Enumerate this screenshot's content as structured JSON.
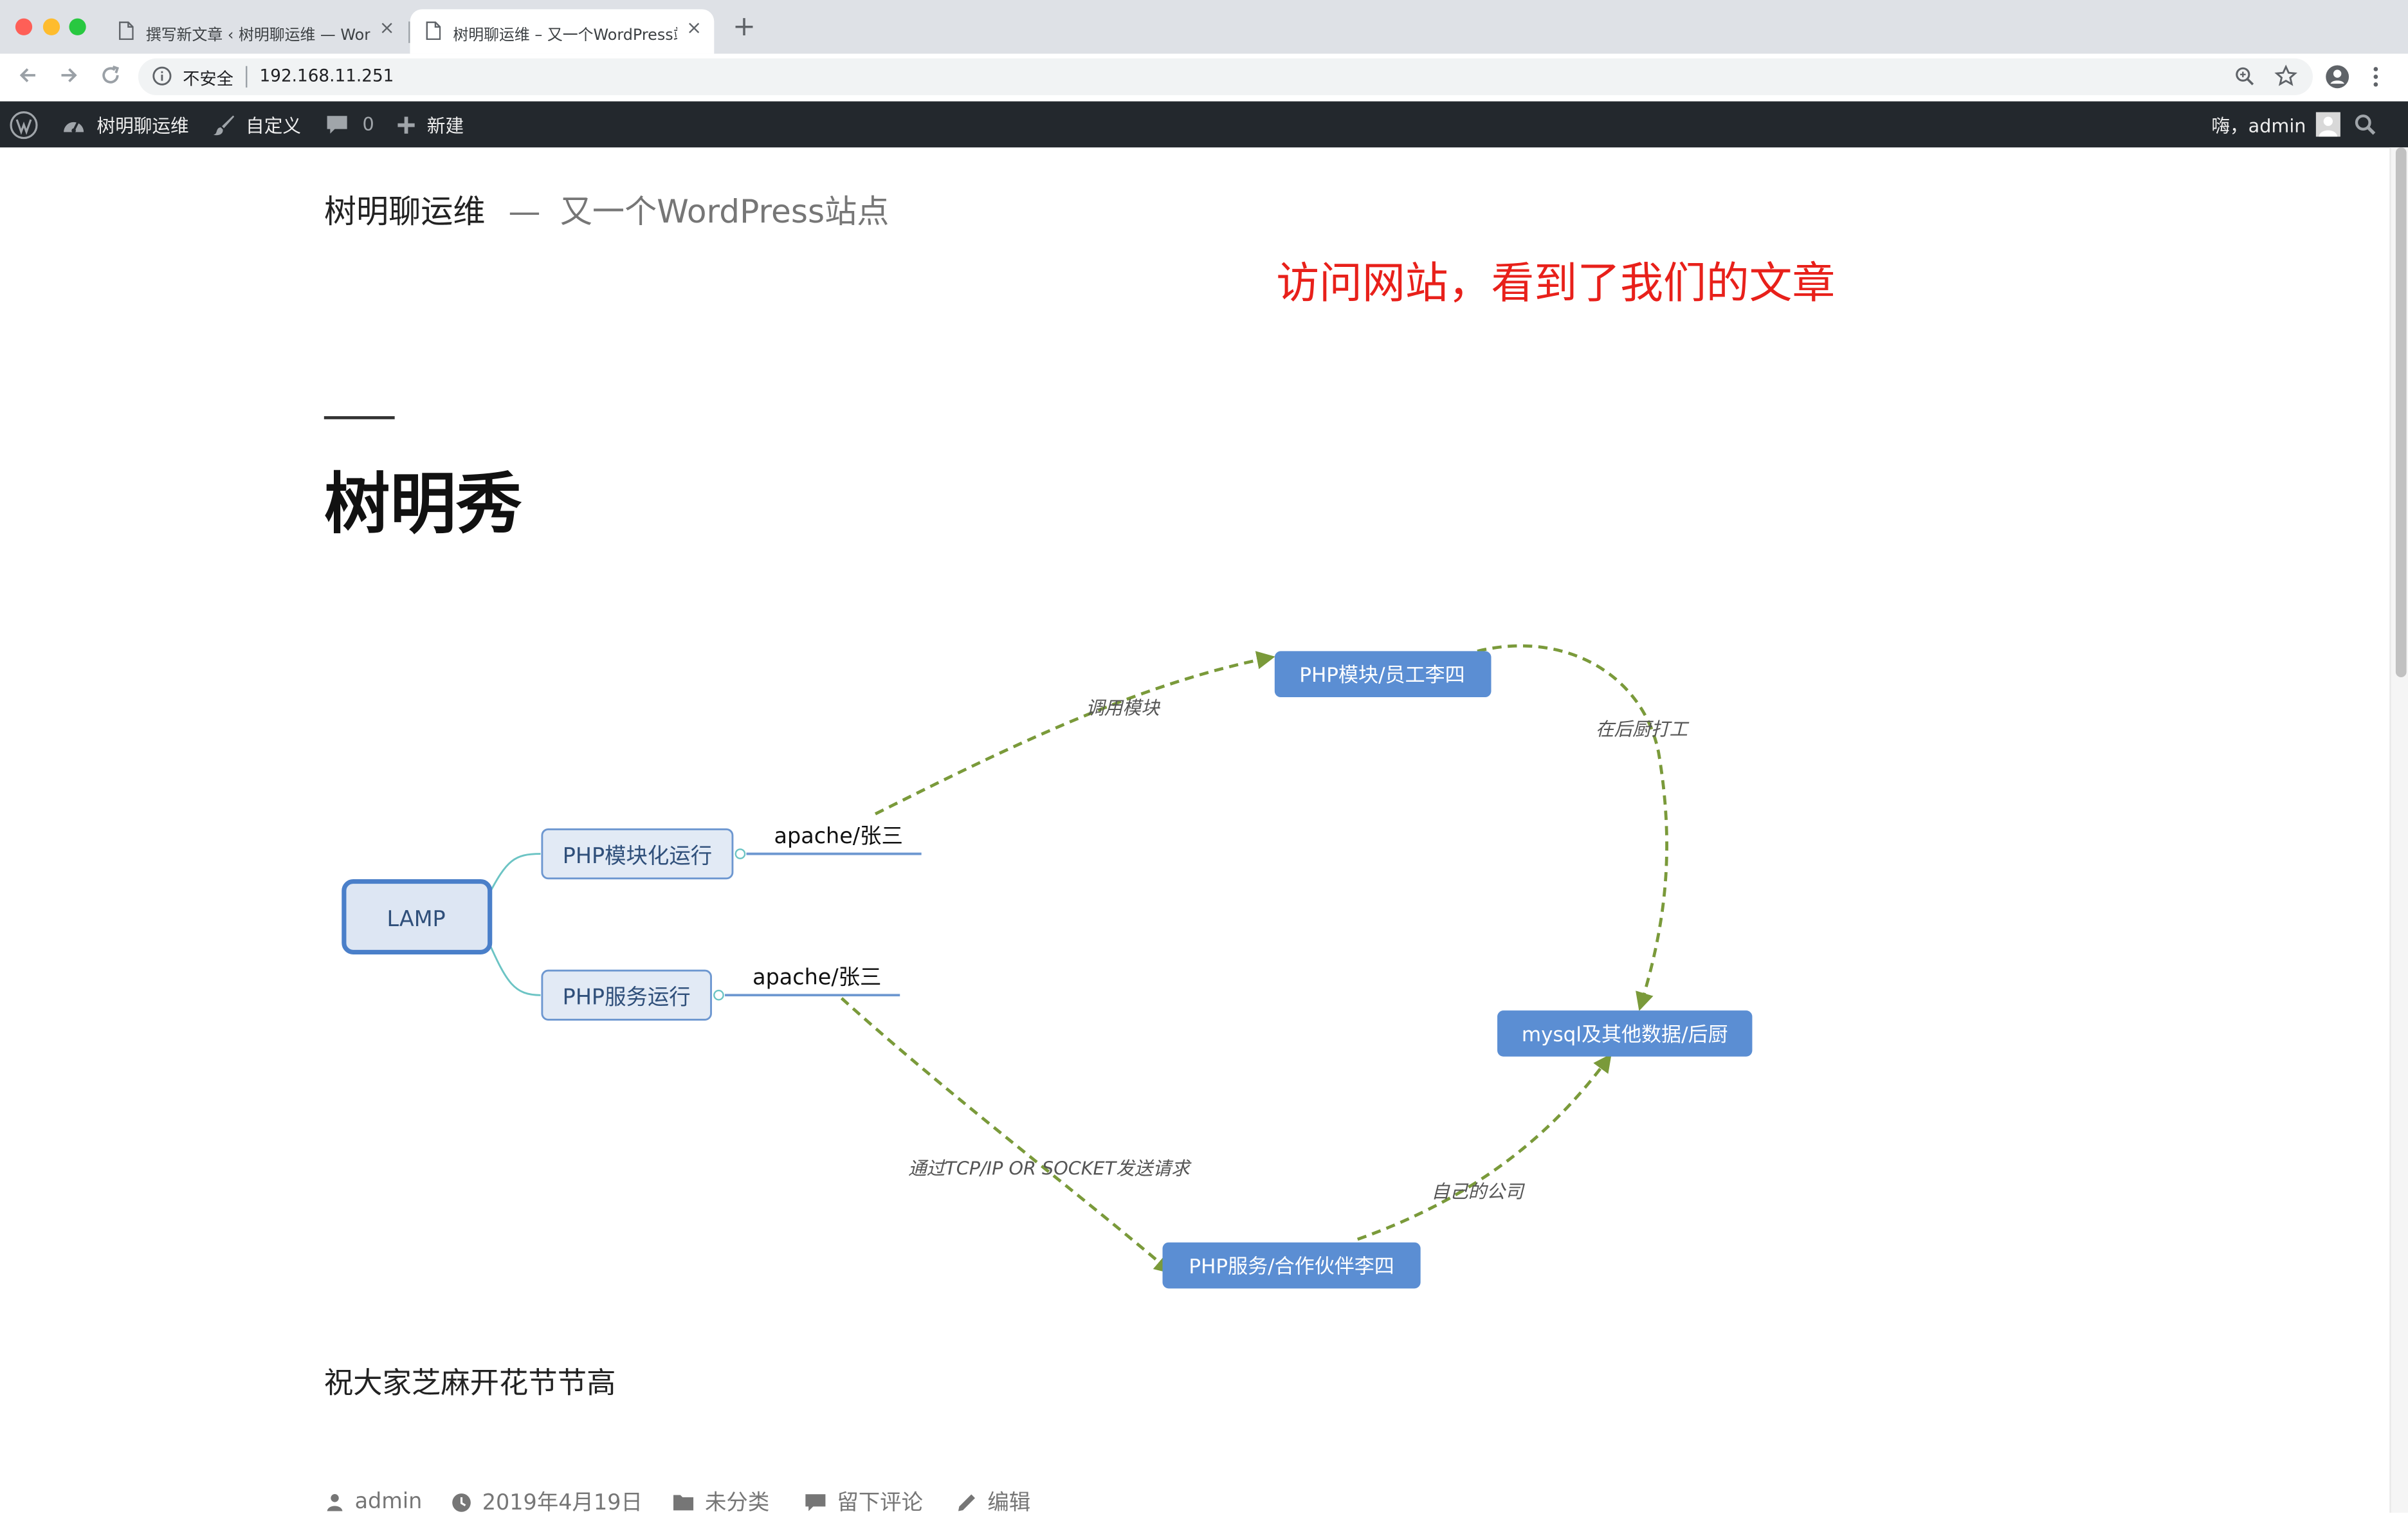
{
  "browser": {
    "tabs": [
      {
        "title": "撰写新文章 ‹ 树明聊运维 — WordPress",
        "active": false
      },
      {
        "title": "树明聊运维 – 又一个WordPress站点",
        "active": true
      }
    ],
    "security_label": "不安全",
    "url": "192.168.11.251"
  },
  "adminbar": {
    "site_name": "树明聊运维",
    "customize": "自定义",
    "comments_count": "0",
    "new_label": "新建",
    "greeting": "嗨，admin"
  },
  "site": {
    "title": "树明聊运维",
    "separator": "—",
    "description": "又一个WordPress站点"
  },
  "annotation": "访问网站，看到了我们的文章",
  "post": {
    "title": "树明秀",
    "text": "祝大家芝麻开花节节高",
    "meta": {
      "author": "admin",
      "date": "2019年4月19日",
      "category": "未分类",
      "comment": "留下评论",
      "edit": "编辑"
    }
  },
  "diagram": {
    "root": "LAMP",
    "branches": [
      {
        "label": "PHP模块化运行",
        "child": "apache/张三"
      },
      {
        "label": "PHP服务运行",
        "child": "apache/张三"
      }
    ],
    "nodes": {
      "module_worker": "PHP模块/员工李四",
      "mysql": "mysql及其他数据/后厨",
      "service_partner": "PHP服务/合作伙伴李四"
    },
    "edge_labels": {
      "call_module": "调用模块",
      "kitchen_work": "在后厨打工",
      "send_request": "通过TCP/IP OR SOCKET发送请求",
      "own_company": "自己的公司"
    },
    "colors": {
      "root_border": "#4a7fc9",
      "root_fill": "#dde6f3",
      "branch_fill": "#e2eaf5",
      "node_fill": "#5b8ed3",
      "arrow": "#7a9a3a",
      "connector": "#6cc4c4"
    }
  }
}
